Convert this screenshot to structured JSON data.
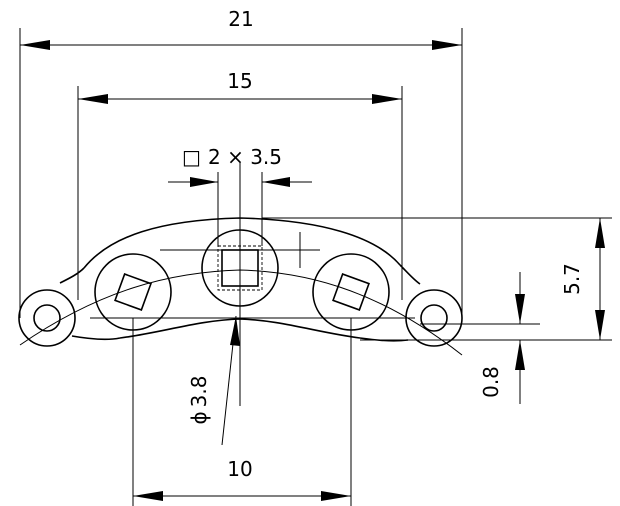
{
  "dimensions": {
    "overall_width": "21",
    "pitch_outer": "15",
    "square_callout": "2 × 3.5",
    "height": "5.7",
    "offset": "0.8",
    "diameter": "3.8",
    "pitch_inner": "10"
  },
  "symbols": {
    "square_symbol": "□",
    "diameter_symbol": "ϕ"
  }
}
